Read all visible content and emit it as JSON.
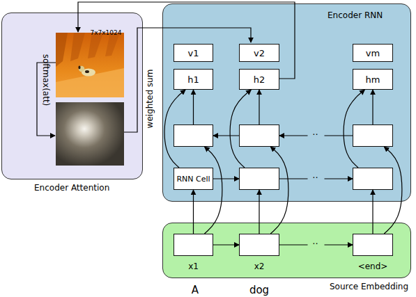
{
  "diagram": {
    "nodes": [
      {
        "text": [
          "Encoder Attention"
        ]
      },
      {
        "text": [
          "Encoder RNN"
        ]
      },
      {
        "text": [
          "v1"
        ],
        "in": 1
      },
      {
        "text": [
          "v2"
        ],
        "in": 1
      },
      {
        "text": [
          "vm"
        ],
        "in": 1
      },
      {
        "text": [
          "h1"
        ],
        "in": 1
      },
      {
        "text": [
          "h2"
        ],
        "in": 1
      },
      {
        "text": [
          "hm"
        ],
        "in": 1
      },
      {
        "text": [],
        "in": 1
      },
      {
        "text": [],
        "in": 1
      },
      {
        "text": [],
        "in": 1
      },
      {
        "text": [
          "RNN Cell"
        ],
        "in": 1
      },
      {
        "text": [],
        "in": 1
      },
      {
        "text": [],
        "in": 1
      },
      {
        "text": [
          "Source Embedding"
        ]
      },
      {
        "text": [
          "x1"
        ],
        "in": 14
      },
      {
        "text": [
          "x2"
        ],
        "in": 14
      },
      {
        "text": [
          "<end>"
        ],
        "in": 14
      }
    ],
    "edges": [
      {
        "from": 15,
        "to": 11,
        "arrow": "to"
      },
      {
        "from": 16,
        "to": 12,
        "arrow": "to"
      },
      {
        "from": 17,
        "to": 13,
        "arrow": "to"
      },
      {
        "from": 15,
        "to": 8,
        "arrow": "to"
      },
      {
        "from": 16,
        "to": 9,
        "arrow": "to"
      },
      {
        "from": 17,
        "to": 10,
        "arrow": "to"
      },
      {
        "from": 8,
        "to": 5,
        "arrow": "to"
      },
      {
        "from": 9,
        "to": 6,
        "arrow": "to"
      },
      {
        "from": 10,
        "to": 7,
        "arrow": "to"
      },
      {
        "from": 11,
        "to": 5,
        "arrow": "to"
      },
      {
        "from": 12,
        "to": 6,
        "arrow": "to"
      },
      {
        "from": 13,
        "to": 7,
        "arrow": "to"
      },
      {
        "from": 11,
        "to": 12,
        "arrow": "to"
      },
      {
        "from": 12,
        "to": 13,
        "arrow": "to"
      },
      {
        "from": 10,
        "to": 9,
        "arrow": "to"
      },
      {
        "from": 9,
        "to": 8,
        "arrow": "to"
      },
      {
        "from": 15,
        "to": 16,
        "arrow": "to"
      },
      {
        "from": 16,
        "to": 17,
        "arrow": "to"
      }
    ],
    "labels": [
      "7x7x1024",
      "softmax(att)",
      "weighted sum",
      "··",
      "··",
      "··",
      "A",
      "dog"
    ]
  }
}
